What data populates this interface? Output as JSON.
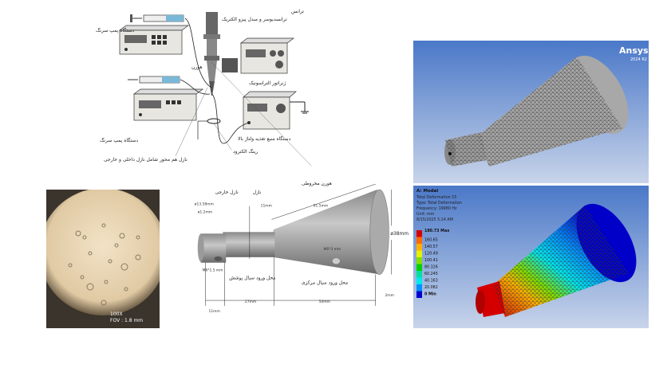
{
  "schematic": {
    "syringe_pump_top": "دستگاه پمپ سرنگ",
    "syringe_pump_bottom": "دستگاه پمپ سرنگ",
    "transducer": "ترانسدیوسر و مبدل پیزو الکتریک",
    "trans": "ترانس",
    "horn": "هورن",
    "ultrasonic_generator": "ژنراتور التراسونیک",
    "hv_supply": "دستگاه منبع تغذیه ولتاژ بالا",
    "coaxial_nozzle": "نازل هم محور شامل نازل داخلی و خارجی",
    "ring_electrode": "رینگ الکترود"
  },
  "microscope": {
    "magnification": "100X",
    "fov": "FOV : 1.8 mm"
  },
  "cad": {
    "conical_horn": "هورن مخروطی",
    "outer_nozzle": "نازل خارجی",
    "nozzle": "نازل",
    "sheath_inlet": "محل ورود سیال پوشش",
    "core_inlet": "محل ورود سیال مرکزی",
    "dims": {
      "d_outer": "ø13.58mm",
      "d_inner": "ø1.2mm",
      "neck": "11mm",
      "slant": "61.5mm",
      "d_large": "ø38mm",
      "thread_small": "M6*1.5 mm",
      "thread_large": "M6*3 mm",
      "len1": "11mm",
      "len2": "27mm",
      "len3": "50mm",
      "len4": "2mm"
    }
  },
  "ansys": {
    "logo": "Ansys",
    "version": "2024 R2",
    "result": {
      "title": "A: Modal",
      "lines": [
        "Total Deformation 15",
        "Type: Total Deformation",
        "Frequency: 19980 Hz",
        "Unit: mm",
        "8/15/2025 5:24 AM"
      ],
      "legend": [
        {
          "label": "180.73 Max",
          "color": "#d40000"
        },
        {
          "label": "160.65",
          "color": "#ff6a00"
        },
        {
          "label": "140.57",
          "color": "#ffb000"
        },
        {
          "label": "120.49",
          "color": "#e8f000"
        },
        {
          "label": "100.41",
          "color": "#7fe000"
        },
        {
          "label": "80.326",
          "color": "#00d000"
        },
        {
          "label": "60.245",
          "color": "#00e0a0"
        },
        {
          "label": "40.163",
          "color": "#00e8f0"
        },
        {
          "label": "20.082",
          "color": "#0090ff"
        },
        {
          "label": "0 Min",
          "color": "#0000d0"
        }
      ]
    }
  }
}
